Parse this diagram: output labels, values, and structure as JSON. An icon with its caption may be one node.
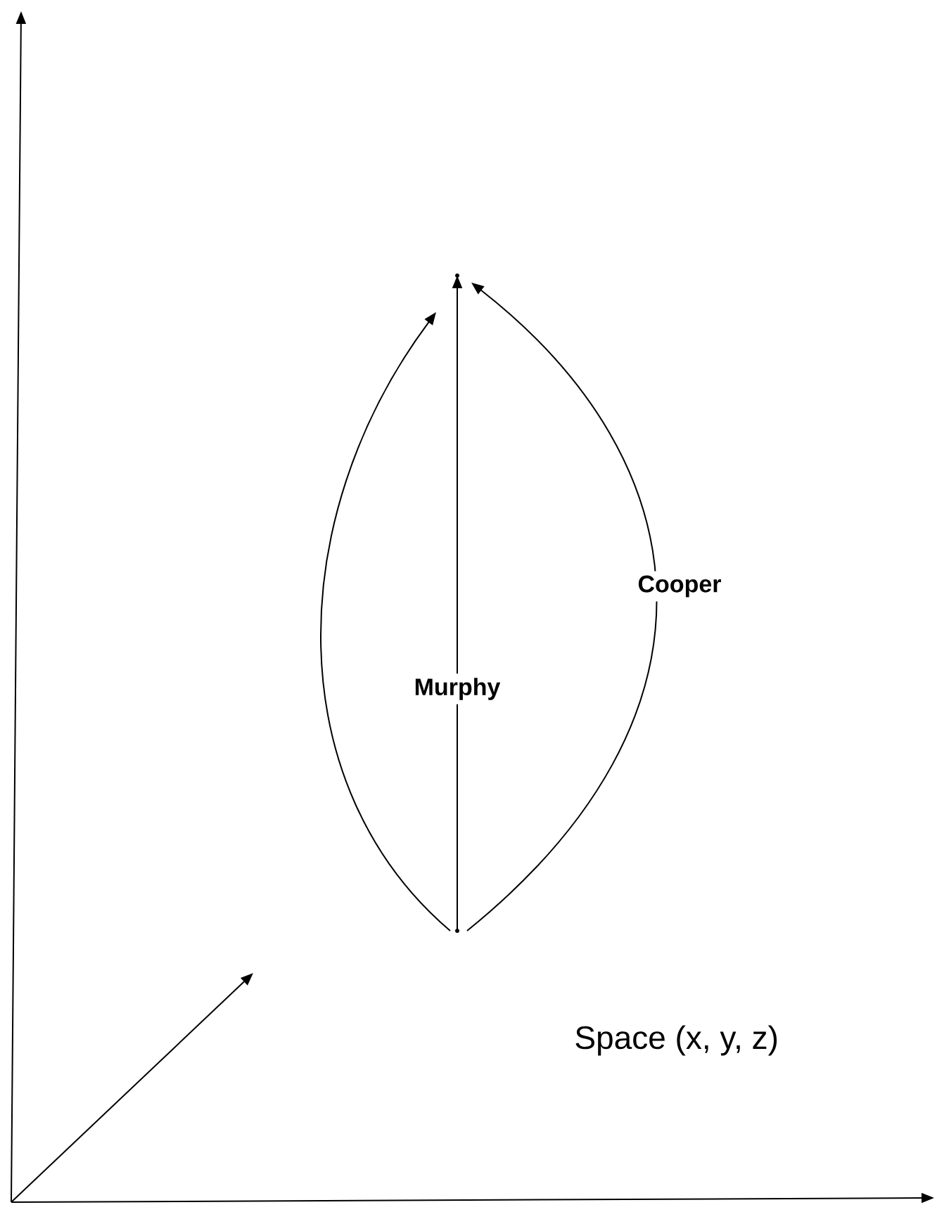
{
  "diagram": {
    "nodes": [
      {
        "text": [],
        "shape": "point"
      },
      {
        "text": [],
        "shape": "point"
      }
    ],
    "edges": [
      {
        "from": 1,
        "to": 0,
        "arrow": "to"
      },
      {
        "from": 1,
        "to": 0,
        "arrow": "to",
        "label": "Murphy"
      },
      {
        "from": 1,
        "to": 0,
        "arrow": "to",
        "label": "Cooper"
      }
    ],
    "labels": [
      "Space (x, y, z)"
    ]
  }
}
